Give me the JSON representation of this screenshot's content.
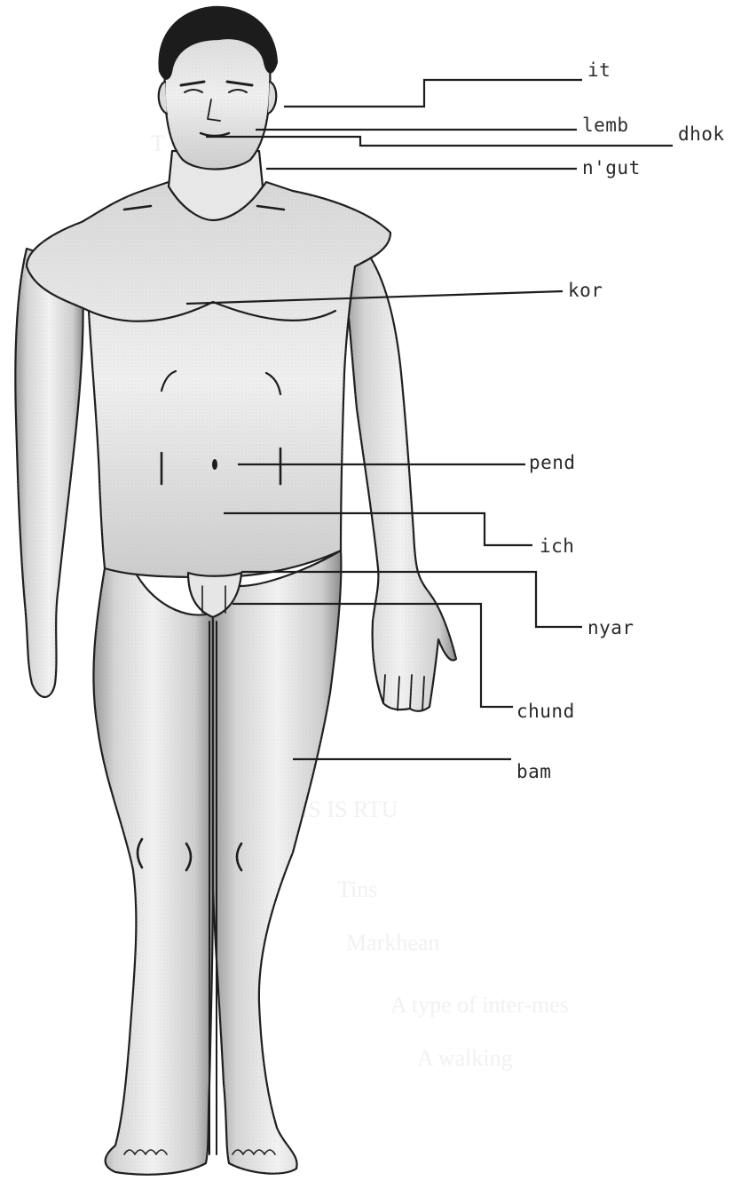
{
  "labels": {
    "it": "it",
    "lemb": "lemb",
    "dhok": "dhok",
    "nyut": "n'gut",
    "kor": "kor",
    "pend": "pend",
    "ich": "ich",
    "nyar": "nyar",
    "chund": "chund",
    "bam": "bam"
  },
  "colors": {
    "line": "#1d1d1d",
    "skin_shade": "#bdbdbd",
    "hair": "#1c1c1c"
  }
}
